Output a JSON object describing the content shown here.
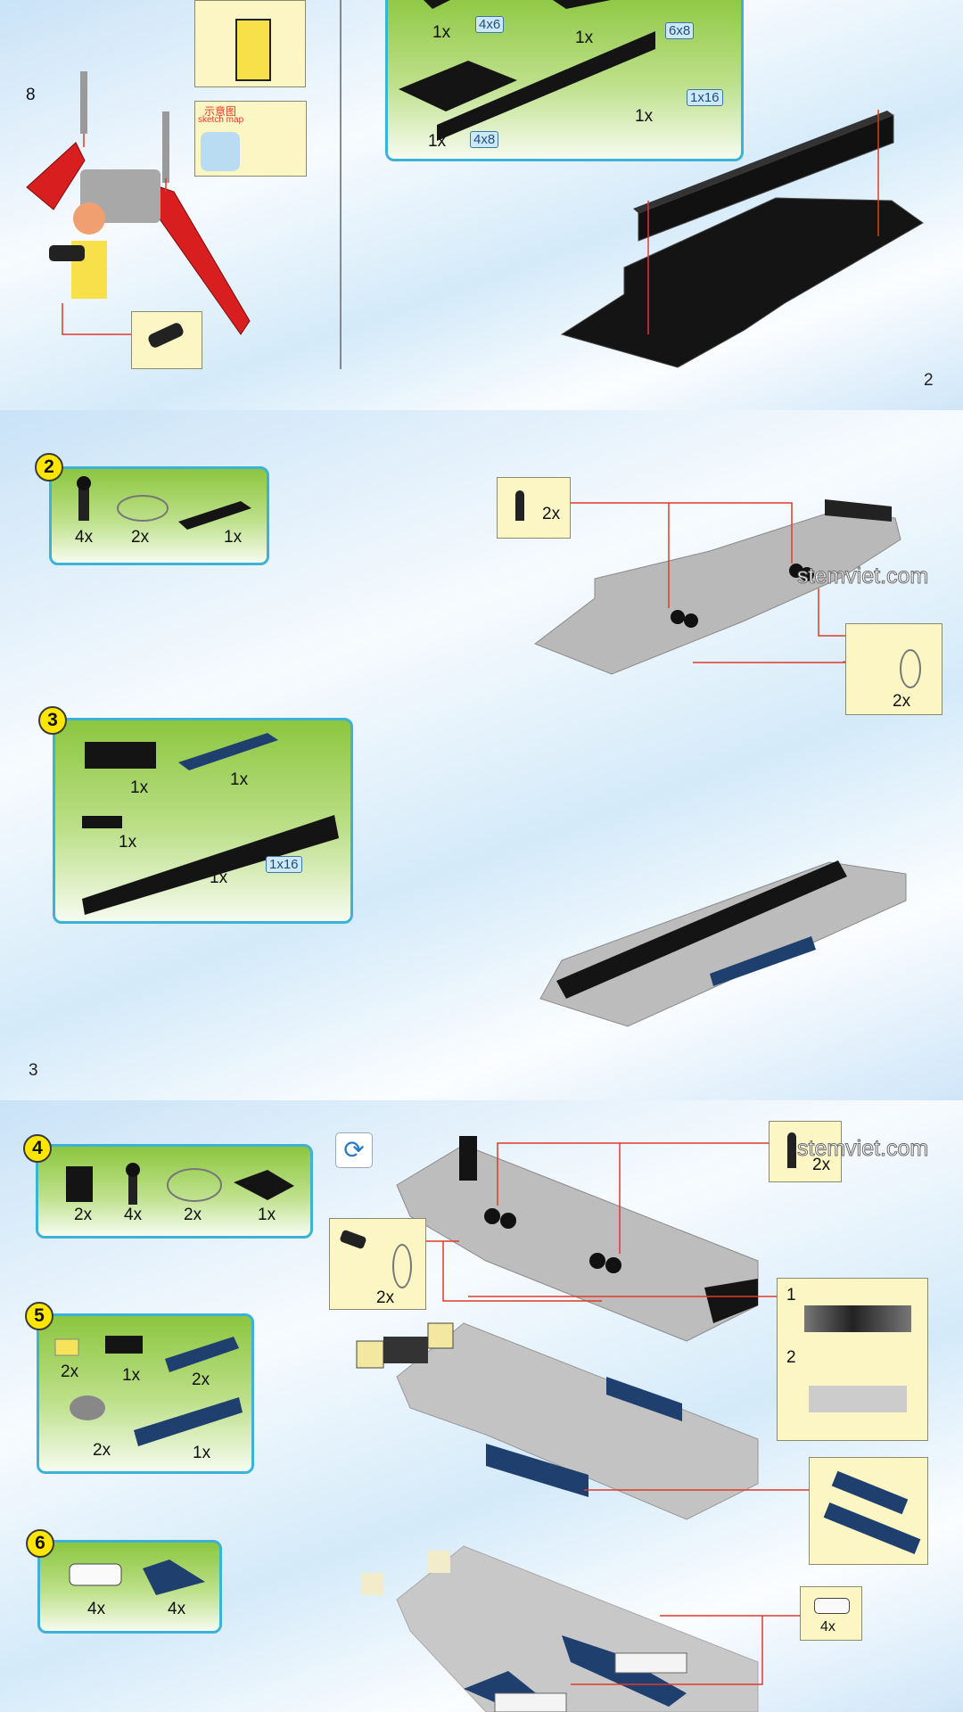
{
  "pages": [
    {
      "page_number": "2",
      "side_step": "8",
      "sketch_map": {
        "cn": "示意图",
        "en": "sketch map"
      },
      "parts": [
        {
          "qty": "1x",
          "size": "4x6"
        },
        {
          "qty": "1x",
          "size": "6x8"
        },
        {
          "qty": "1x",
          "size": "4x8"
        },
        {
          "qty": "1x",
          "size": "1x16"
        }
      ]
    },
    {
      "page_number": "3",
      "watermark": "stemviet.com",
      "steps": [
        {
          "number": "2",
          "parts": [
            "4x",
            "2x",
            "1x"
          ]
        },
        {
          "number": "3",
          "parts": [
            "1x",
            "1x",
            "1x",
            "1x"
          ],
          "size": "1x16"
        }
      ],
      "insets": [
        "2x",
        "2x"
      ]
    },
    {
      "watermark": "stemviet.com",
      "steps": [
        {
          "number": "4",
          "parts": [
            "2x",
            "4x",
            "2x",
            "1x"
          ]
        },
        {
          "number": "5",
          "parts": [
            "2x",
            "1x",
            "2x",
            "2x",
            "1x"
          ]
        },
        {
          "number": "6",
          "parts": [
            "4x",
            "4x"
          ]
        }
      ],
      "insets": {
        "pin": "2x",
        "ring": "2x",
        "sub1": "1",
        "sub2": "2",
        "clips": "4x"
      },
      "icons": [
        "rotate-model-icon"
      ]
    }
  ],
  "colors": {
    "accent_red": "#e03a2a",
    "box_border": "#3cb2d6",
    "step_yellow": "#ffe600",
    "inset": "#fbf6c4"
  }
}
